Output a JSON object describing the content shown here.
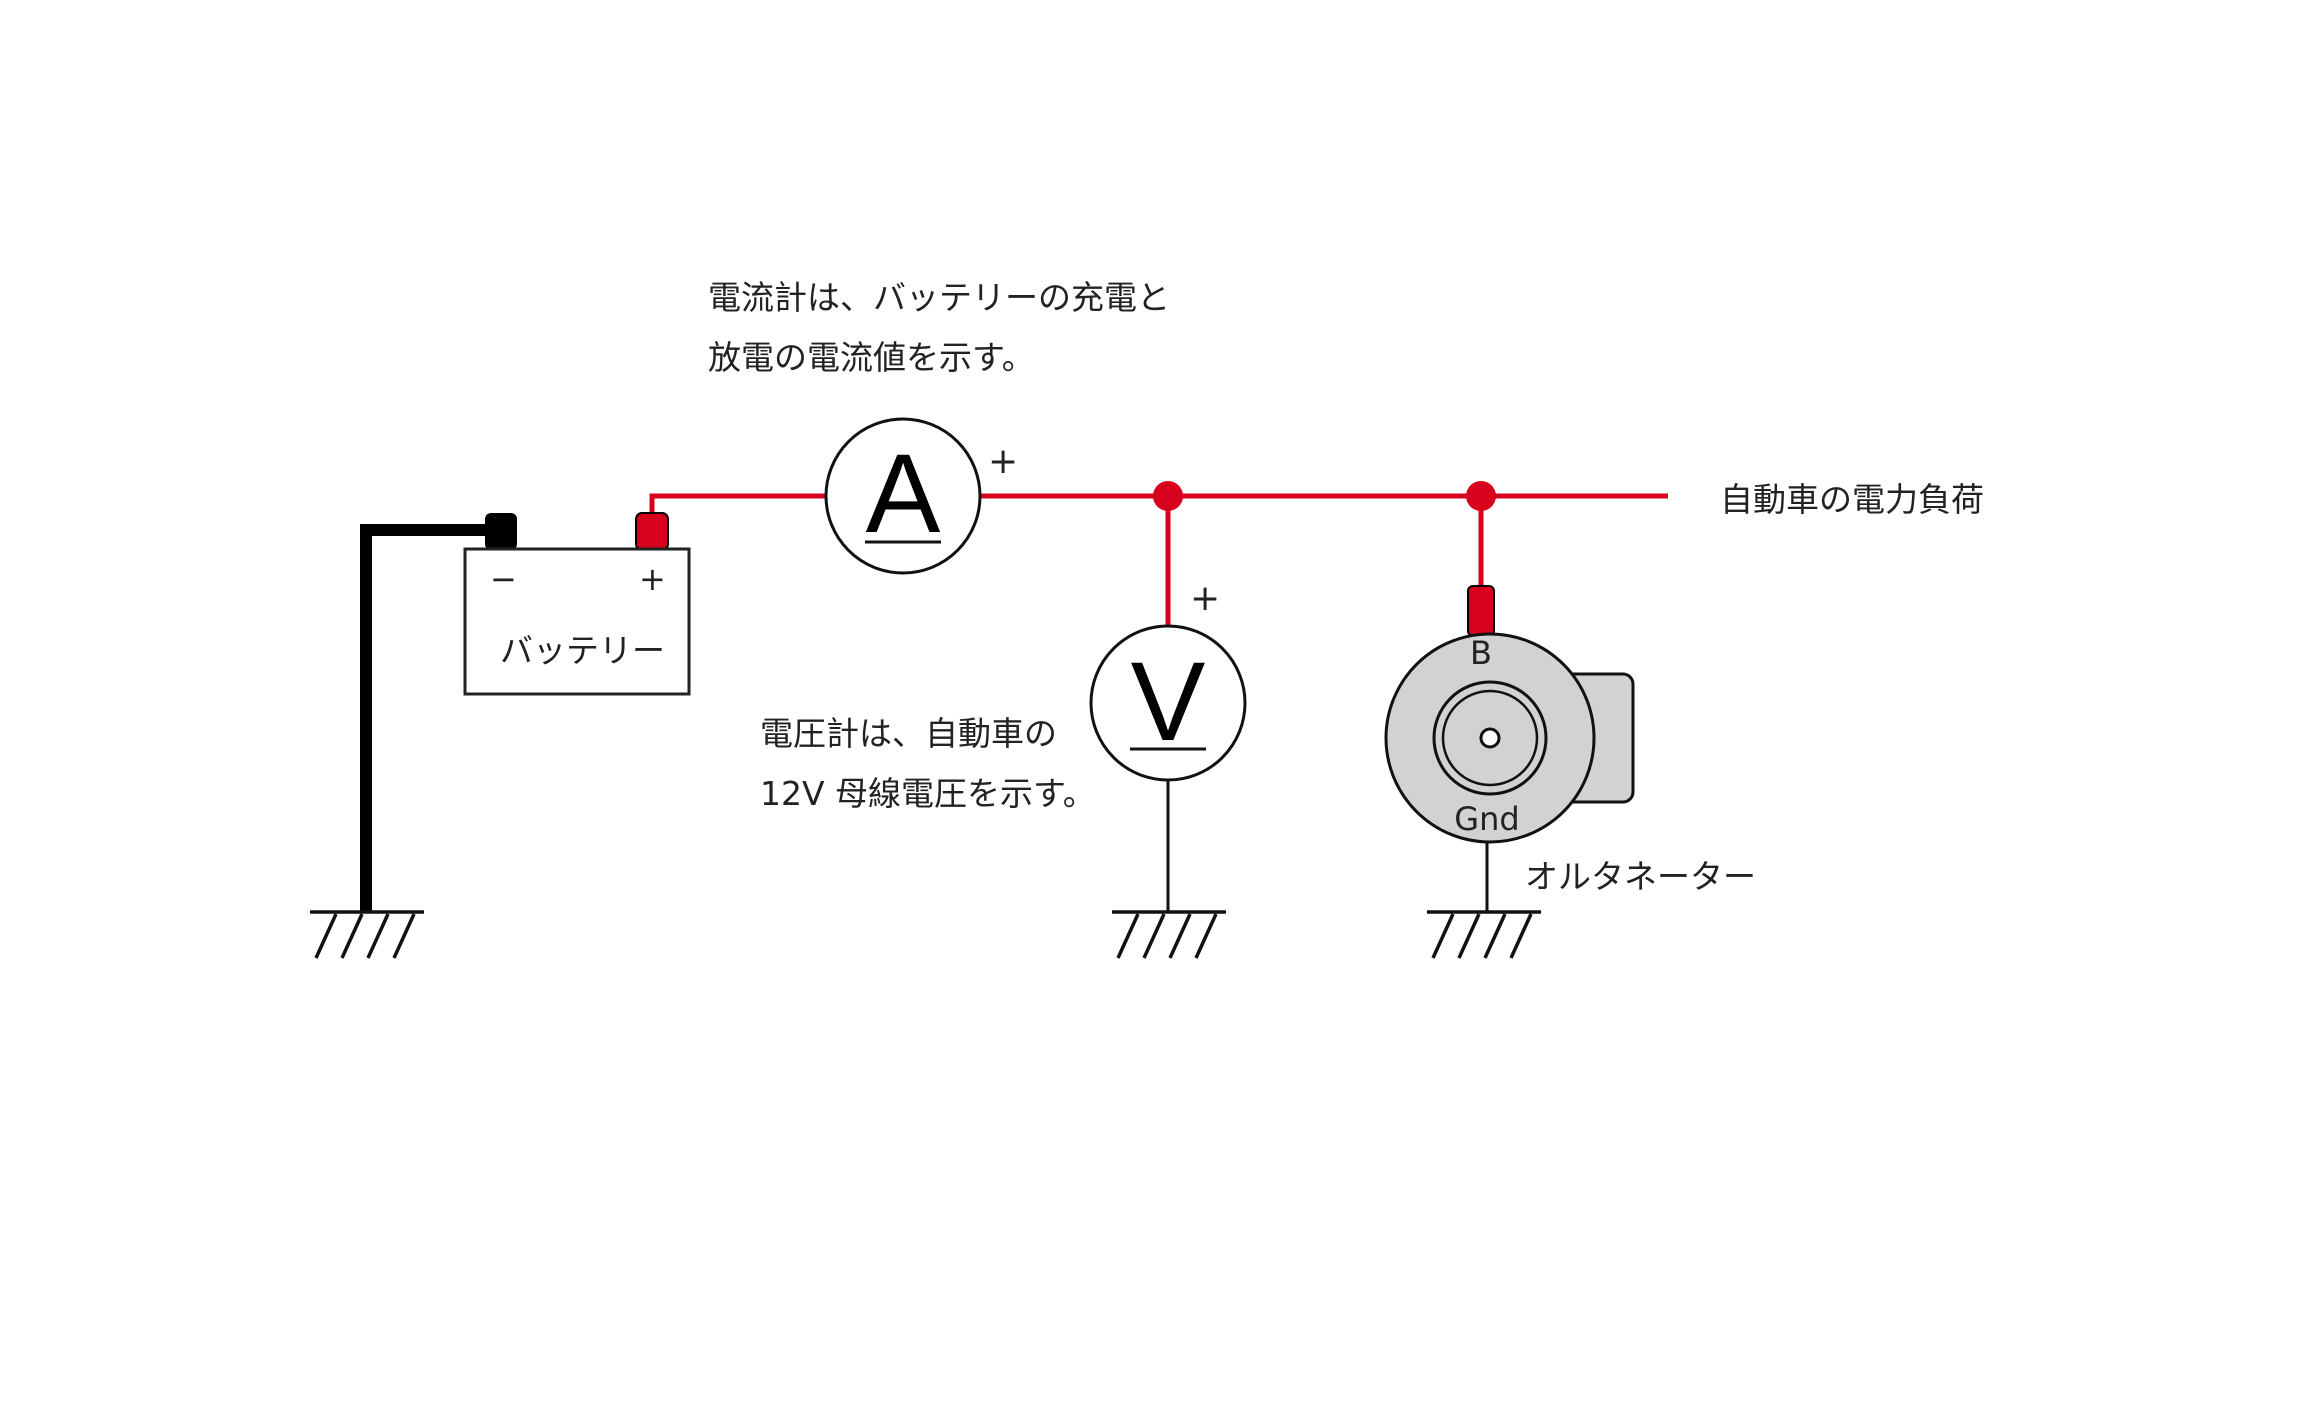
{
  "diagram": {
    "annotations": {
      "ammeter_line1": "電流計は、バッテリーの充電と",
      "ammeter_line2": "放電の電流値を示す。",
      "voltmeter_line1": "電圧計は、自動車の",
      "voltmeter_line2": "12V 母線電圧を示す。",
      "load_label": "自動車の電力負荷",
      "alternator_label": "オルタネーター"
    },
    "battery": {
      "label": "バッテリー",
      "negative_sign": "−",
      "positive_sign": "+"
    },
    "ammeter": {
      "letter": "A",
      "plus_sign": "+"
    },
    "voltmeter": {
      "letter": "V",
      "plus_sign": "+"
    },
    "alternator": {
      "terminal_b": "B",
      "terminal_gnd": "Gnd"
    },
    "colors": {
      "positive_wire": "#d8001d",
      "ground_wire": "#000000",
      "alternator_body": "#d2d2d2",
      "background": "#ffffff"
    }
  }
}
